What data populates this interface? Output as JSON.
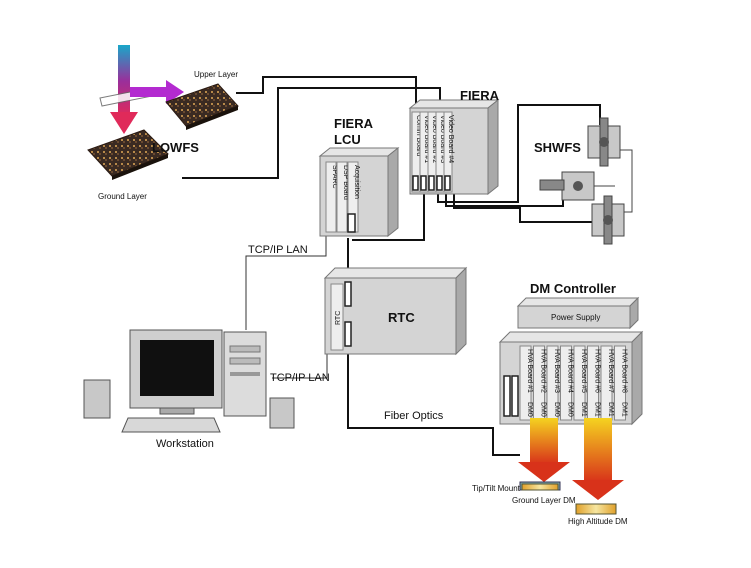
{
  "labels": {
    "upper_layer": "Upper Layer",
    "ground_layer": "Ground Layer",
    "lowfs": "LOWFS",
    "fiera_top": "FIERA",
    "fiera_lcu_1": "FIERA",
    "fiera_lcu_2": "LCU",
    "shwfs": "SHWFS",
    "tcp_lan_1": "TCP/IP LAN",
    "tcp_lan_2": "TCP/IP LAN",
    "rtc": "RTC",
    "dm_controller": "DM Controller",
    "power_supply": "Power Supply",
    "fiber_optics": "Fiber Optics",
    "workstation": "Workstation",
    "tip_tilt_mount": "Tip/Tilt Mount",
    "ground_layer_dm": "Ground Layer DM",
    "high_altitude_dm": "High Altitude DM"
  },
  "lcu_boards": [
    "SPARC",
    "DSP Board",
    "Acquisition"
  ],
  "fiera_boards": [
    "Comm Board",
    "Video Board #1",
    "Video Board #2",
    "Video Board #3",
    "Video Board #4"
  ],
  "rtc_board": "RTC",
  "hva_boards": [
    "HVA Board #1",
    "HVA Board #2",
    "HVA Board #3",
    "HVA Board #4",
    "HVA Board #5",
    "HVA Board #6",
    "HVA Board #7",
    "HVA Board #8"
  ],
  "hva_dm_labels": [
    "DM0",
    "DM0",
    "DM0",
    "DM0",
    "DM1",
    "DM1",
    "DM1",
    "DM1"
  ],
  "colors": {
    "beam_gradient_top": "#19a7c9",
    "beam_gradient_mid": "#9a2f9b",
    "beam_gradient_bottom": "#e02a5a",
    "purple_arrow": "#b32ad0",
    "dm_arrow_top": "#f5d320",
    "dm_arrow_bottom": "#d8321a",
    "box_face": "#d4d4d4",
    "box_top": "#e6e6e6",
    "box_side": "#a9a9a9"
  }
}
